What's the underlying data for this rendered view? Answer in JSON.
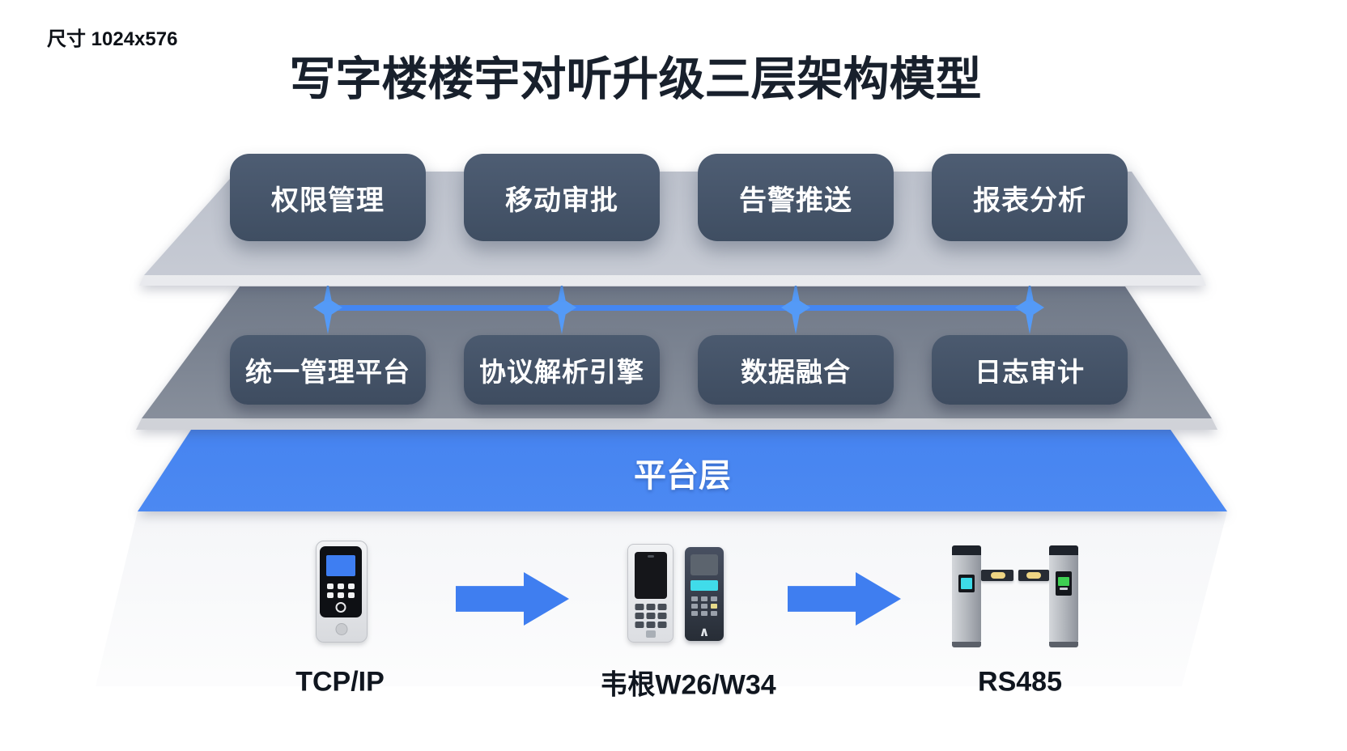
{
  "size_label": "尺寸 1024x576",
  "title": "写字楼楼宇对听升级三层架构模型",
  "application_layer": {
    "boxes": [
      "权限管理",
      "移动审批",
      "告警推送",
      "报表分析"
    ]
  },
  "platform_layer": {
    "boxes": [
      "统一管理平台",
      "协议解析引擎",
      "数据融合",
      "日志审计"
    ],
    "band_label": "平台层"
  },
  "device_layer": {
    "items": [
      {
        "label": "TCP/IP",
        "icon": "door-intercom-icon"
      },
      {
        "label": "韦根W26/W34",
        "icon": "access-control-devices-icon"
      },
      {
        "label": "RS485",
        "icon": "turnstile-gate-icon"
      }
    ]
  },
  "icons": {
    "connector_diamond": "four-point-star",
    "arrow_right": "solid-right-arrow"
  },
  "colors": {
    "accent_blue": "#4285f4",
    "band_blue": "#4583f0",
    "connector_blue": "#549af7",
    "box_slate": "#46566b",
    "title_text": "#18202c",
    "plate_top_light": "#e9ebef",
    "plate_mid_dark": "#4e596b",
    "screen_blue": "#3e7ef2",
    "screen_cyan": "#3fdbe8",
    "screen_green": "#3ecf52",
    "stripe_yellow": "#eed584"
  }
}
